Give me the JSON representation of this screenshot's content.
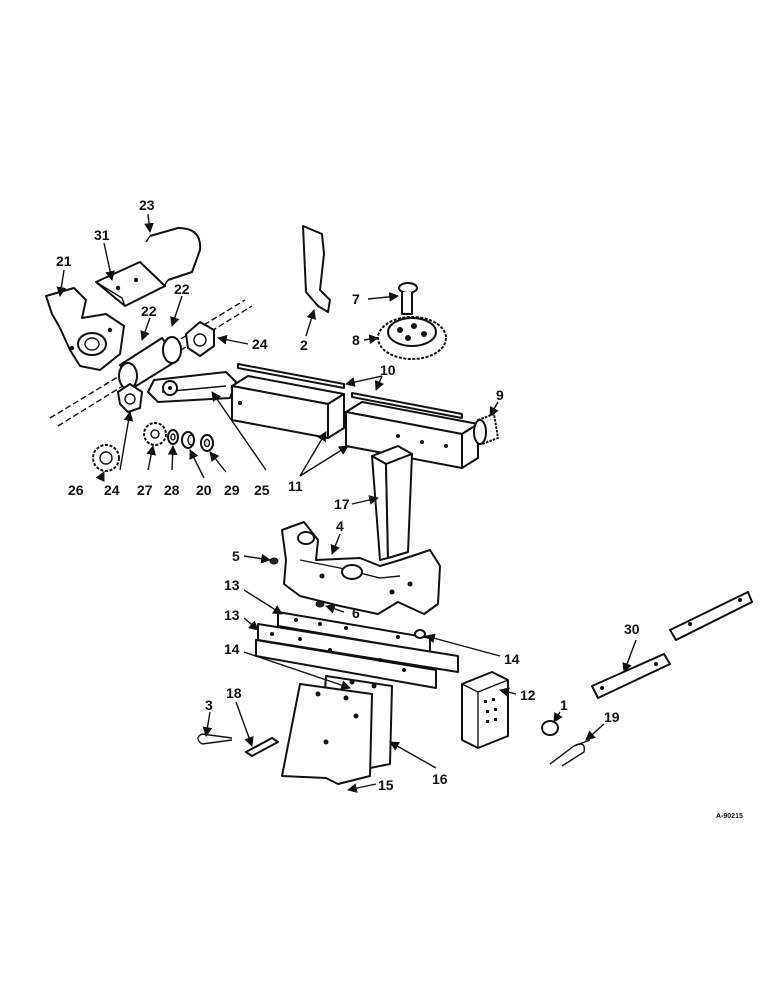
{
  "callouts": {
    "p1": "1",
    "p2": "2",
    "p3": "3",
    "p4": "4",
    "p5": "5",
    "p6": "6",
    "p7": "7",
    "p8": "8",
    "p9": "9",
    "p10": "10",
    "p11": "11",
    "p12": "12",
    "p13a": "13",
    "p13b": "13",
    "p14a": "14",
    "p14b": "14",
    "p15": "15",
    "p16": "16",
    "p17": "17",
    "p18": "18",
    "p19": "19",
    "p20": "20",
    "p21": "21",
    "p22a": "22",
    "p22b": "22",
    "p23": "23",
    "p24a": "24",
    "p24b": "24",
    "p25": "25",
    "p26": "26",
    "p27": "27",
    "p28": "28",
    "p29": "29",
    "p30": "30",
    "p31": "31"
  },
  "drawing_id": "A-90215"
}
